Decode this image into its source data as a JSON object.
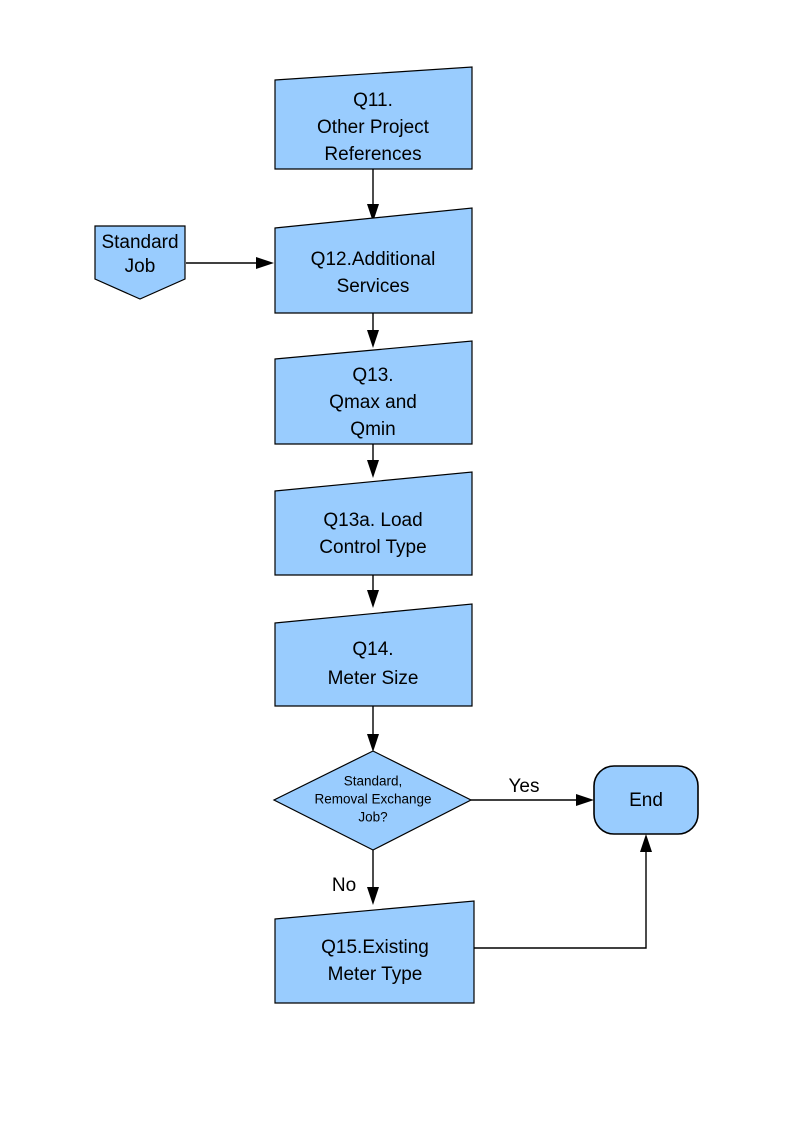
{
  "diagram": {
    "title": "Project Questionnaire Flow",
    "type": "flowchart",
    "background_color": "#ffffff",
    "node_fill_color": "#99ccfe",
    "node_stroke_color": "#000000",
    "text_color": "#000000"
  },
  "nodes": [
    {
      "id": "q11",
      "shape": "skewed-document",
      "lines": [
        "Q11.",
        "Other Project",
        "References"
      ]
    },
    {
      "id": "standard-job",
      "shape": "pentagon-down",
      "lines": [
        "Standard",
        "Job"
      ]
    },
    {
      "id": "q12",
      "shape": "skewed-document",
      "lines": [
        "Q12.Additional",
        "Services"
      ]
    },
    {
      "id": "q13",
      "shape": "skewed-document",
      "lines": [
        "Q13.",
        "Qmax and",
        "Qmin"
      ]
    },
    {
      "id": "q13a",
      "shape": "skewed-document",
      "lines": [
        "Q13a. Load",
        "Control Type"
      ]
    },
    {
      "id": "q14",
      "shape": "skewed-document",
      "lines": [
        "Q14.",
        "Meter Size"
      ]
    },
    {
      "id": "decision",
      "shape": "diamond",
      "lines": [
        "Standard,",
        "Removal Exchange",
        "Job?"
      ]
    },
    {
      "id": "end",
      "shape": "rounded-terminator",
      "lines": [
        "End"
      ]
    },
    {
      "id": "q15",
      "shape": "skewed-document",
      "lines": [
        "Q15.Existing",
        "Meter Type"
      ]
    }
  ],
  "edges": [
    {
      "id": "e-q11-q12",
      "from": "q11",
      "to": "q12",
      "label": ""
    },
    {
      "id": "e-standardjob-q12",
      "from": "standard-job",
      "to": "q12",
      "label": ""
    },
    {
      "id": "e-q12-q13",
      "from": "q12",
      "to": "q13",
      "label": ""
    },
    {
      "id": "e-q13-q13a",
      "from": "q13",
      "to": "q13a",
      "label": ""
    },
    {
      "id": "e-q13a-q14",
      "from": "q13a",
      "to": "q14",
      "label": ""
    },
    {
      "id": "e-q14-decision",
      "from": "q14",
      "to": "decision",
      "label": ""
    },
    {
      "id": "e-decision-end",
      "from": "decision",
      "to": "end",
      "label": "Yes"
    },
    {
      "id": "e-decision-q15",
      "from": "decision",
      "to": "q15",
      "label": "No"
    },
    {
      "id": "e-q15-end",
      "from": "q15",
      "to": "end",
      "label": ""
    }
  ],
  "labels": {
    "q11_line1": "Q11.",
    "q11_line2": "Other Project",
    "q11_line3": "References",
    "standard_job_line1": "Standard",
    "standard_job_line2": "Job",
    "q12_line1": "Q12.Additional",
    "q12_line2": "Services",
    "q13_line1": "Q13.",
    "q13_line2": "Qmax and",
    "q13_line3": "Qmin",
    "q13a_line1": "Q13a. Load",
    "q13a_line2": "Control Type",
    "q14_line1": "Q14.",
    "q14_line2": "Meter Size",
    "decision_line1": "Standard,",
    "decision_line2": "Removal Exchange",
    "decision_line3": "Job?",
    "end_label": "End",
    "q15_line1": "Q15.Existing",
    "q15_line2": "Meter Type",
    "edge_yes": "Yes",
    "edge_no": "No"
  }
}
